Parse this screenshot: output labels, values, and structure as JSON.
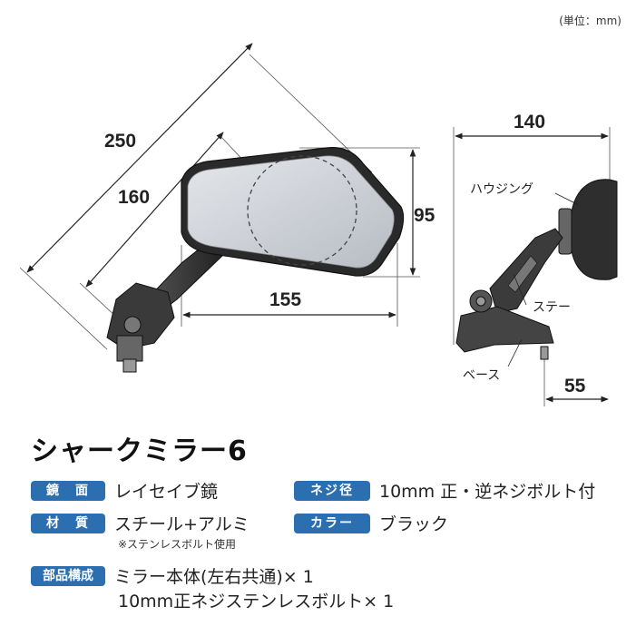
{
  "unit_note": "(単位：mm)",
  "dimensions": {
    "d250": "250",
    "d160": "160",
    "d95": "95",
    "d155": "155",
    "d140": "140",
    "d55": "55"
  },
  "part_labels": {
    "housing": "ハウジング",
    "stay": "ステー",
    "base": "ベース"
  },
  "product_title": "シャークミラー6",
  "specs": {
    "mirror_surface": {
      "label": "鏡　面",
      "value": "レイセイブ鏡"
    },
    "screw_diameter": {
      "label": "ネジ径",
      "value": "10mm 正・逆ネジボルト付"
    },
    "material": {
      "label": "材　質",
      "value": "スチール+アルミ",
      "note": "※ステンレスボルト使用"
    },
    "color": {
      "label": "カラー",
      "value": "ブラック"
    },
    "components": {
      "label": "部品構成",
      "line1": "ミラー本体(左右共通)× 1",
      "line2": "10mm正ネジステンレスボルト× 1"
    }
  },
  "colors": {
    "badge": "#2c6fb0"
  }
}
